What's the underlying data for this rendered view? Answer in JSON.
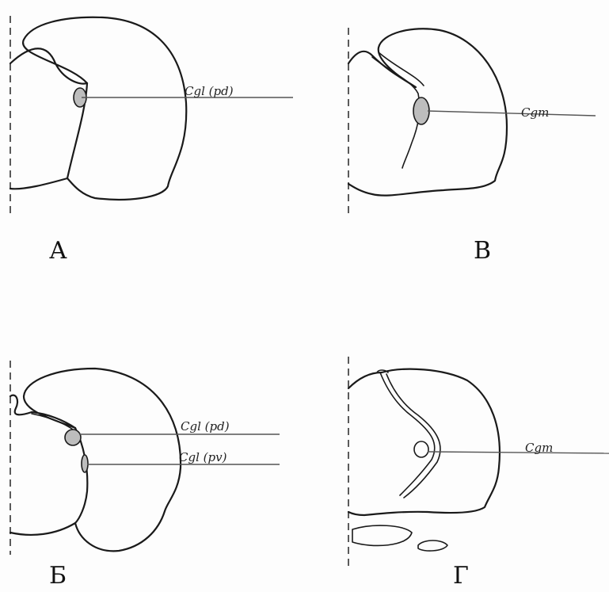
{
  "panels": [
    {
      "id": "A",
      "letter": "А",
      "labels": [
        "Cgl (pd)"
      ]
    },
    {
      "id": "B",
      "letter": "В",
      "labels": [
        "Cgm"
      ]
    },
    {
      "id": "V",
      "letter": "Б",
      "labels": [
        "Cgl (pd)",
        "Cgl (pv)"
      ]
    },
    {
      "id": "G",
      "letter": "Г",
      "labels": [
        "Cgm"
      ]
    }
  ]
}
